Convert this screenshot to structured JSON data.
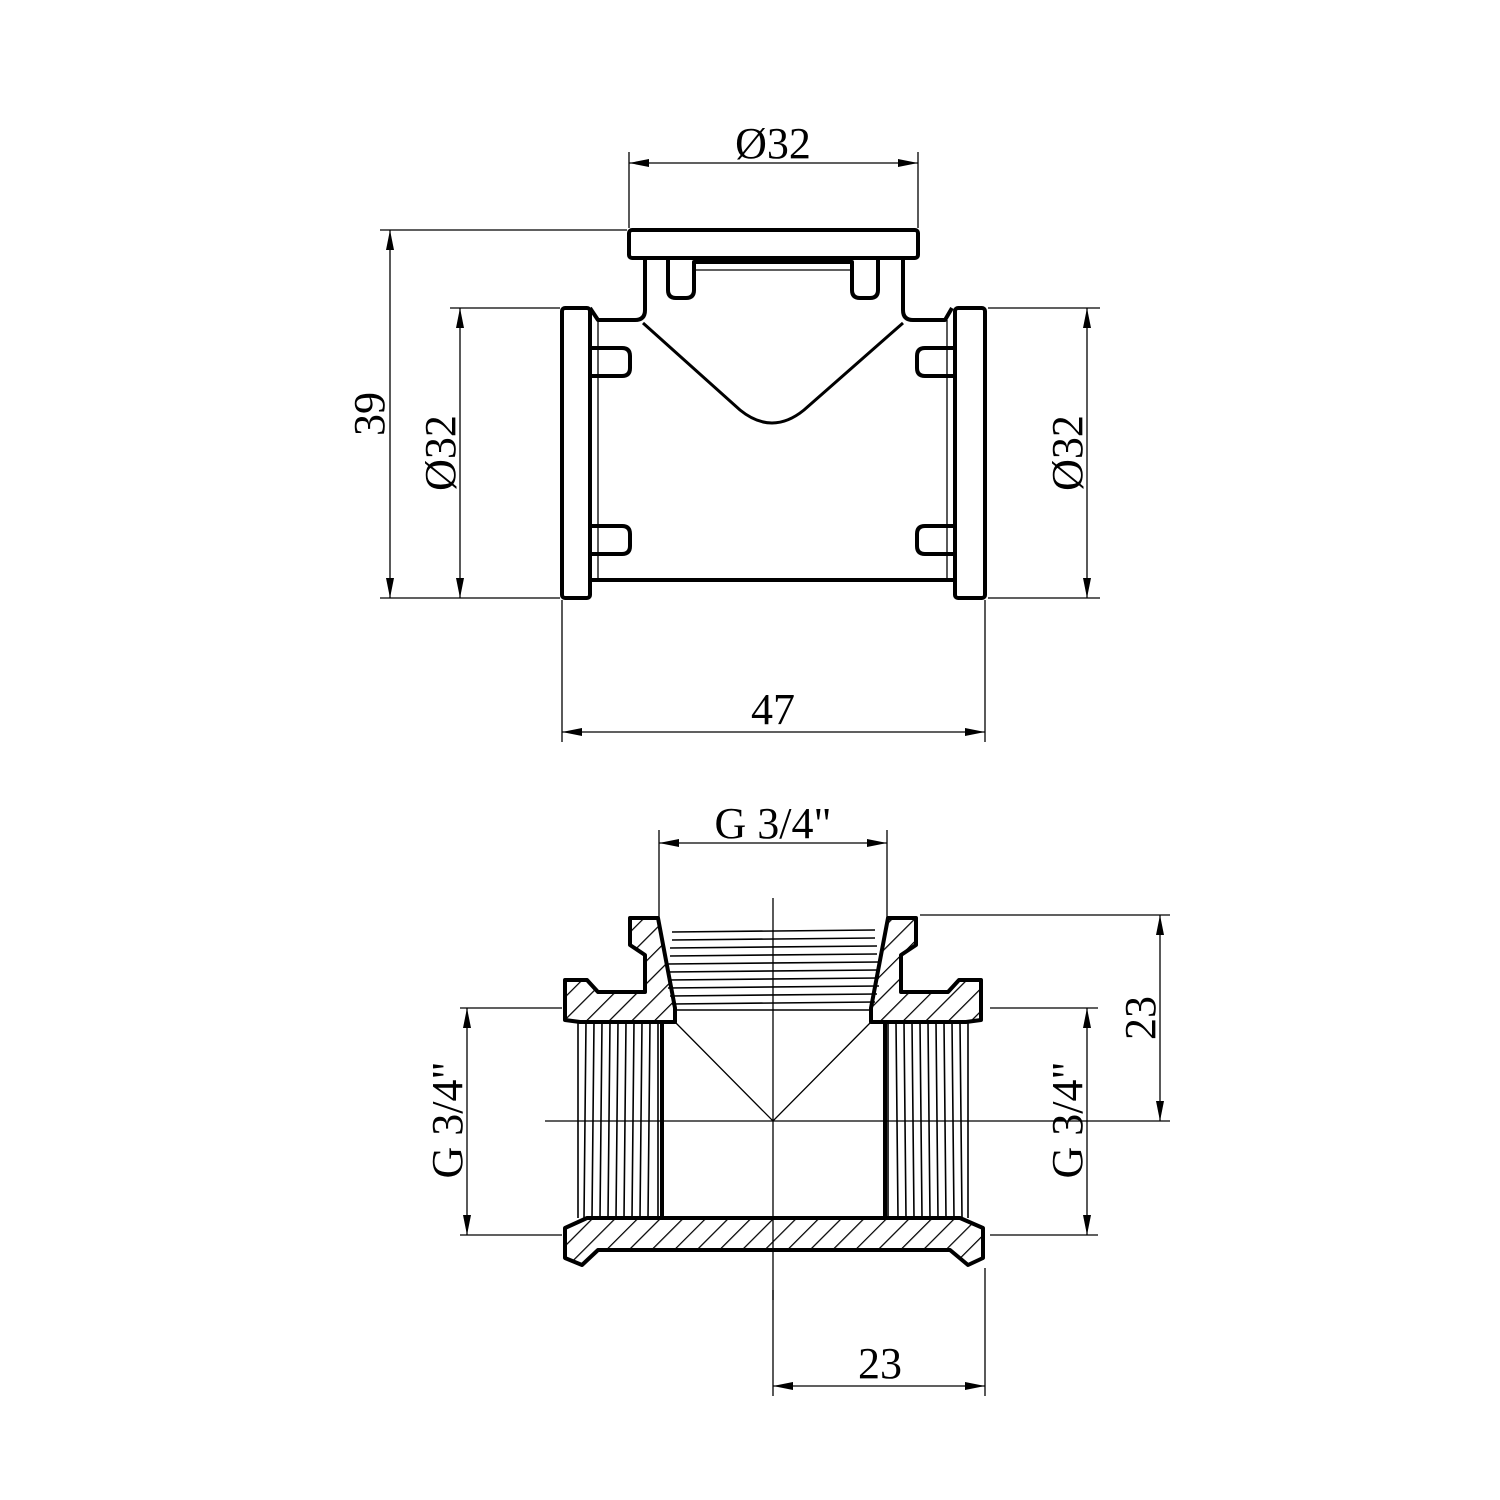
{
  "top_view": {
    "dim_top_diameter": "Ø32",
    "dim_height": "39",
    "dim_left_diameter": "Ø32",
    "dim_right_diameter": "Ø32",
    "dim_length": "47"
  },
  "section_view": {
    "dim_top_thread": "G 3/4\"",
    "dim_right_height": "23",
    "dim_left_thread": "G 3/4\"",
    "dim_right_thread": "G 3/4\"",
    "dim_bottom_half_length": "23"
  },
  "colors": {
    "line": "#000000",
    "background": "#ffffff"
  }
}
